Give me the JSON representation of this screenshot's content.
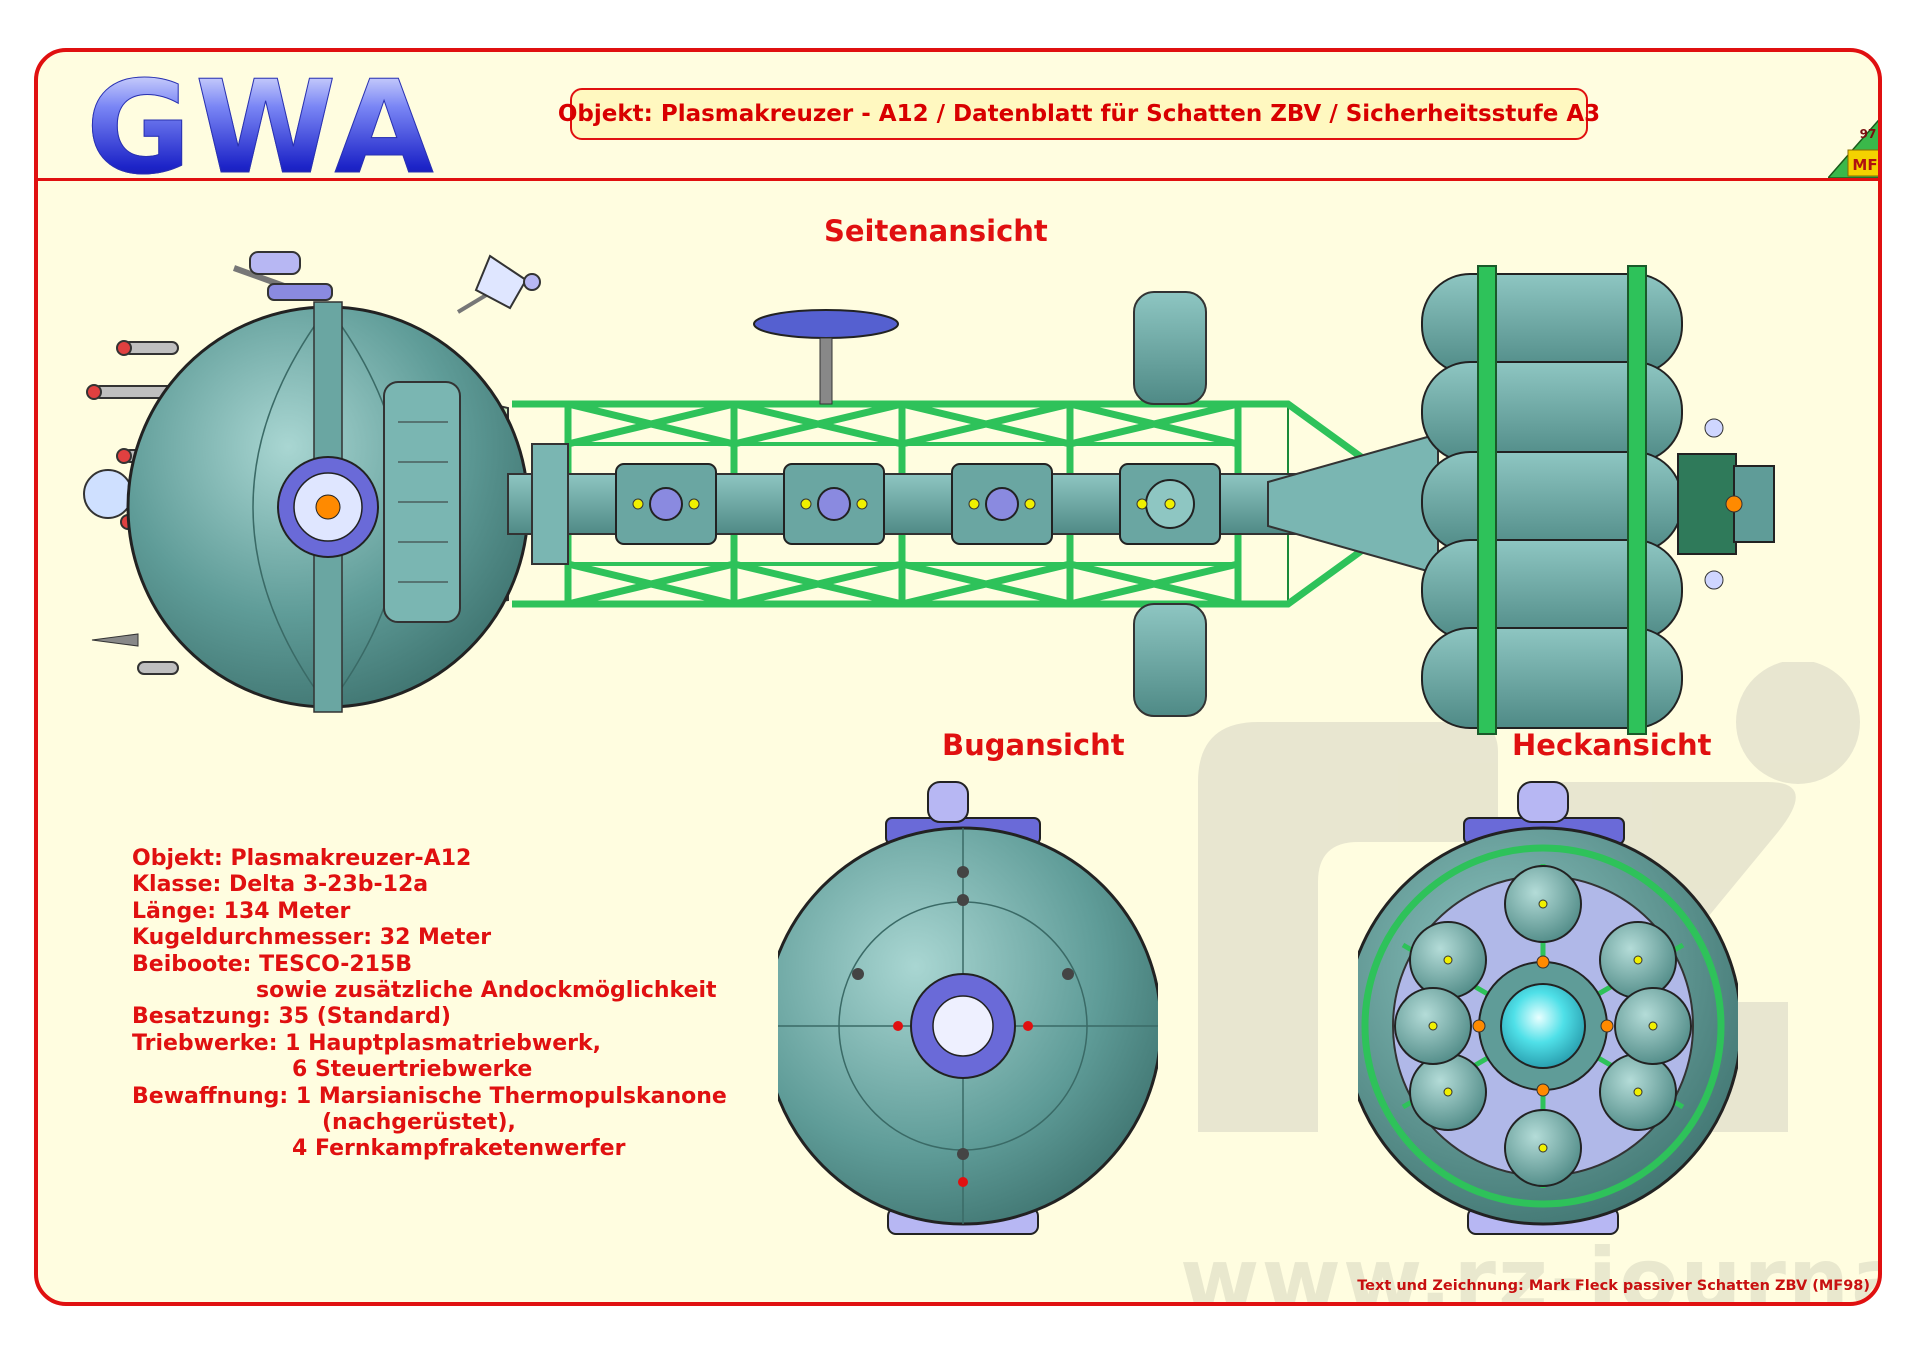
{
  "header": {
    "logo": "GWA",
    "title": "Objekt: Plasmakreuzer - A12 / Datenblatt für Schatten ZBV / Sicherheitsstufe A3",
    "badge": {
      "top": "97",
      "bottom": "MF"
    }
  },
  "views": {
    "side": "Seitenansicht",
    "bow": "Bugansicht",
    "stern": "Heckansicht"
  },
  "specs": [
    "Objekt: Plasmakreuzer-A12",
    "Klasse: Delta 3-23b-12a",
    "Länge: 134 Meter",
    "Kugeldurchmesser: 32 Meter",
    "Beiboote: TESCO-215B",
    "sowie zusätzliche Andockmöglichkeit",
    "Besatzung: 35 (Standard)",
    "Triebwerke: 1 Hauptplasmatriebwerk,",
    "6 Steuertriebwerke",
    "Bewaffnung: 1 Marsianische Thermopulskanone",
    "(nachgerüstet),",
    "4 Fernkampfraketenwerfer"
  ],
  "credit": "Text und Zeichnung: Mark Fleck passiver Schatten ZBV (MF98)",
  "watermark": "www.rz-journal.de",
  "colors": {
    "frame": "#e01010",
    "paper": "#fffde0",
    "hull": "#5f9c98",
    "truss": "#2ec25a",
    "accent": "#6a6ad8",
    "logo": "#1d24c8"
  }
}
